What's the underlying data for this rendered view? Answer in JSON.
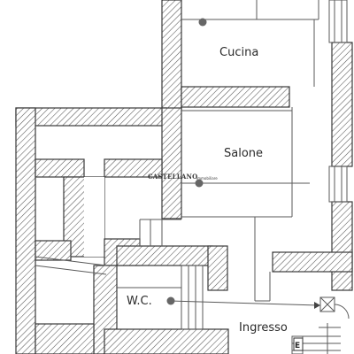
{
  "rooms": {
    "kitchen": "Cucina",
    "living": "Salone",
    "bathroom": "W.C.",
    "entrance": "Ingresso"
  },
  "watermark": {
    "brand": "CASTELLANO",
    "tagline": "immobiliare"
  },
  "symbols": {
    "electric_panel": "E"
  },
  "colors": {
    "wall_stroke": "#3a3a3a",
    "background": "#ffffff",
    "point_marker": "#666666"
  }
}
